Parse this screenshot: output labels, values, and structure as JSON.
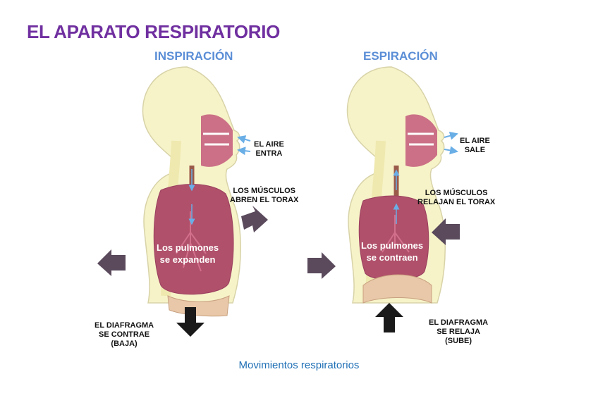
{
  "title": "EL APARATO RESPIRATORIO",
  "caption": "Movimientos respiratorios",
  "inspiracion": {
    "heading": "INSPIRACIÓN",
    "air": [
      "EL AIRE",
      "ENTRA"
    ],
    "muscles": [
      "LOS MÚSCULOS",
      "ABREN EL TORAX"
    ],
    "lungs": [
      "Los pulmones",
      "se expanden"
    ],
    "diaphragm": [
      "EL DIAFRAGMA",
      "SE CONTRAE",
      "(BAJA)"
    ]
  },
  "espiracion": {
    "heading": "ESPIRACIÓN",
    "air": [
      "EL AIRE",
      "SALE"
    ],
    "muscles": [
      "LOS MÚSCULOS",
      "RELAJAN EL TORAX"
    ],
    "lungs": [
      "Los pulmones",
      "se contraen"
    ],
    "diaphragm": [
      "EL DIAFRAGMA",
      "SE RELAJA",
      "(SUBE)"
    ]
  },
  "colors": {
    "title": "#7030a0",
    "heading": "#5b8ed6",
    "caption": "#1f6fb5",
    "skin": "#f7f3c8",
    "lung": "#b0506a",
    "arrow_side": "#5a4a5c",
    "arrow_diaphragm": "#1a1a1a",
    "air_arrow": "#6aaee6"
  }
}
